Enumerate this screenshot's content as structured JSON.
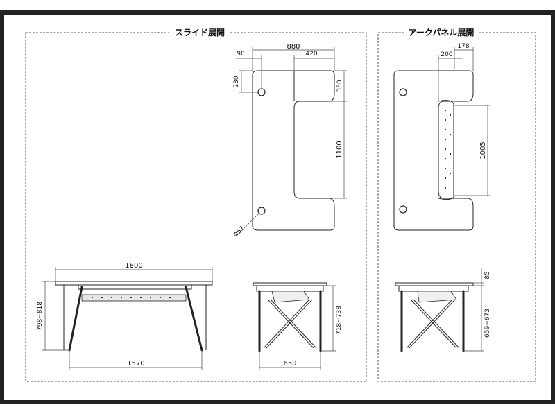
{
  "panels": {
    "slide": {
      "title": "スライド展開"
    },
    "arc": {
      "title": "アークパネル展開"
    }
  },
  "dimensions": {
    "slide_top": {
      "d880": "880",
      "d90": "90",
      "d420": "420",
      "d230": "230",
      "d350": "350",
      "d1100": "1100",
      "phi57": "Φ57"
    },
    "arc_top": {
      "d178": "178",
      "d200": "200",
      "d1005": "1005"
    },
    "front": {
      "d1800": "1800",
      "d798_818": "798~818",
      "d1570": "1570"
    },
    "side_slide": {
      "d718_738": "718~738",
      "d650": "650"
    },
    "side_arc": {
      "d85": "85",
      "d659_673": "659~673"
    }
  }
}
